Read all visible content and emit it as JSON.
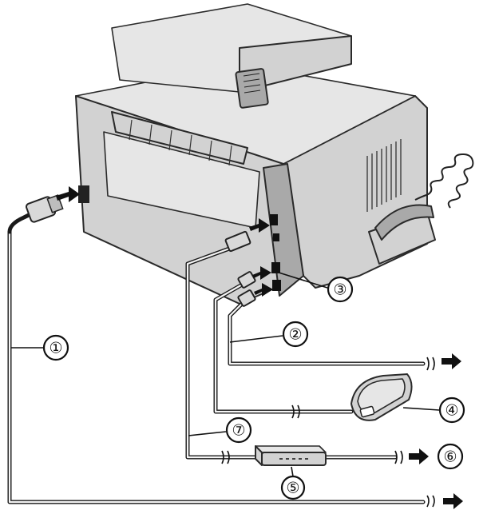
{
  "figure": {
    "callouts": [
      {
        "id": "1",
        "label": "①"
      },
      {
        "id": "2",
        "label": "②"
      },
      {
        "id": "3",
        "label": "③"
      },
      {
        "id": "4",
        "label": "④"
      },
      {
        "id": "5",
        "label": "⑤"
      },
      {
        "id": "6",
        "label": "⑥"
      },
      {
        "id": "7",
        "label": "⑦"
      }
    ],
    "colors": {
      "line": "#1a1a1a",
      "device_body": "#d2d2d2",
      "device_shade": "#a9a9a9",
      "background": "#ffffff"
    }
  }
}
